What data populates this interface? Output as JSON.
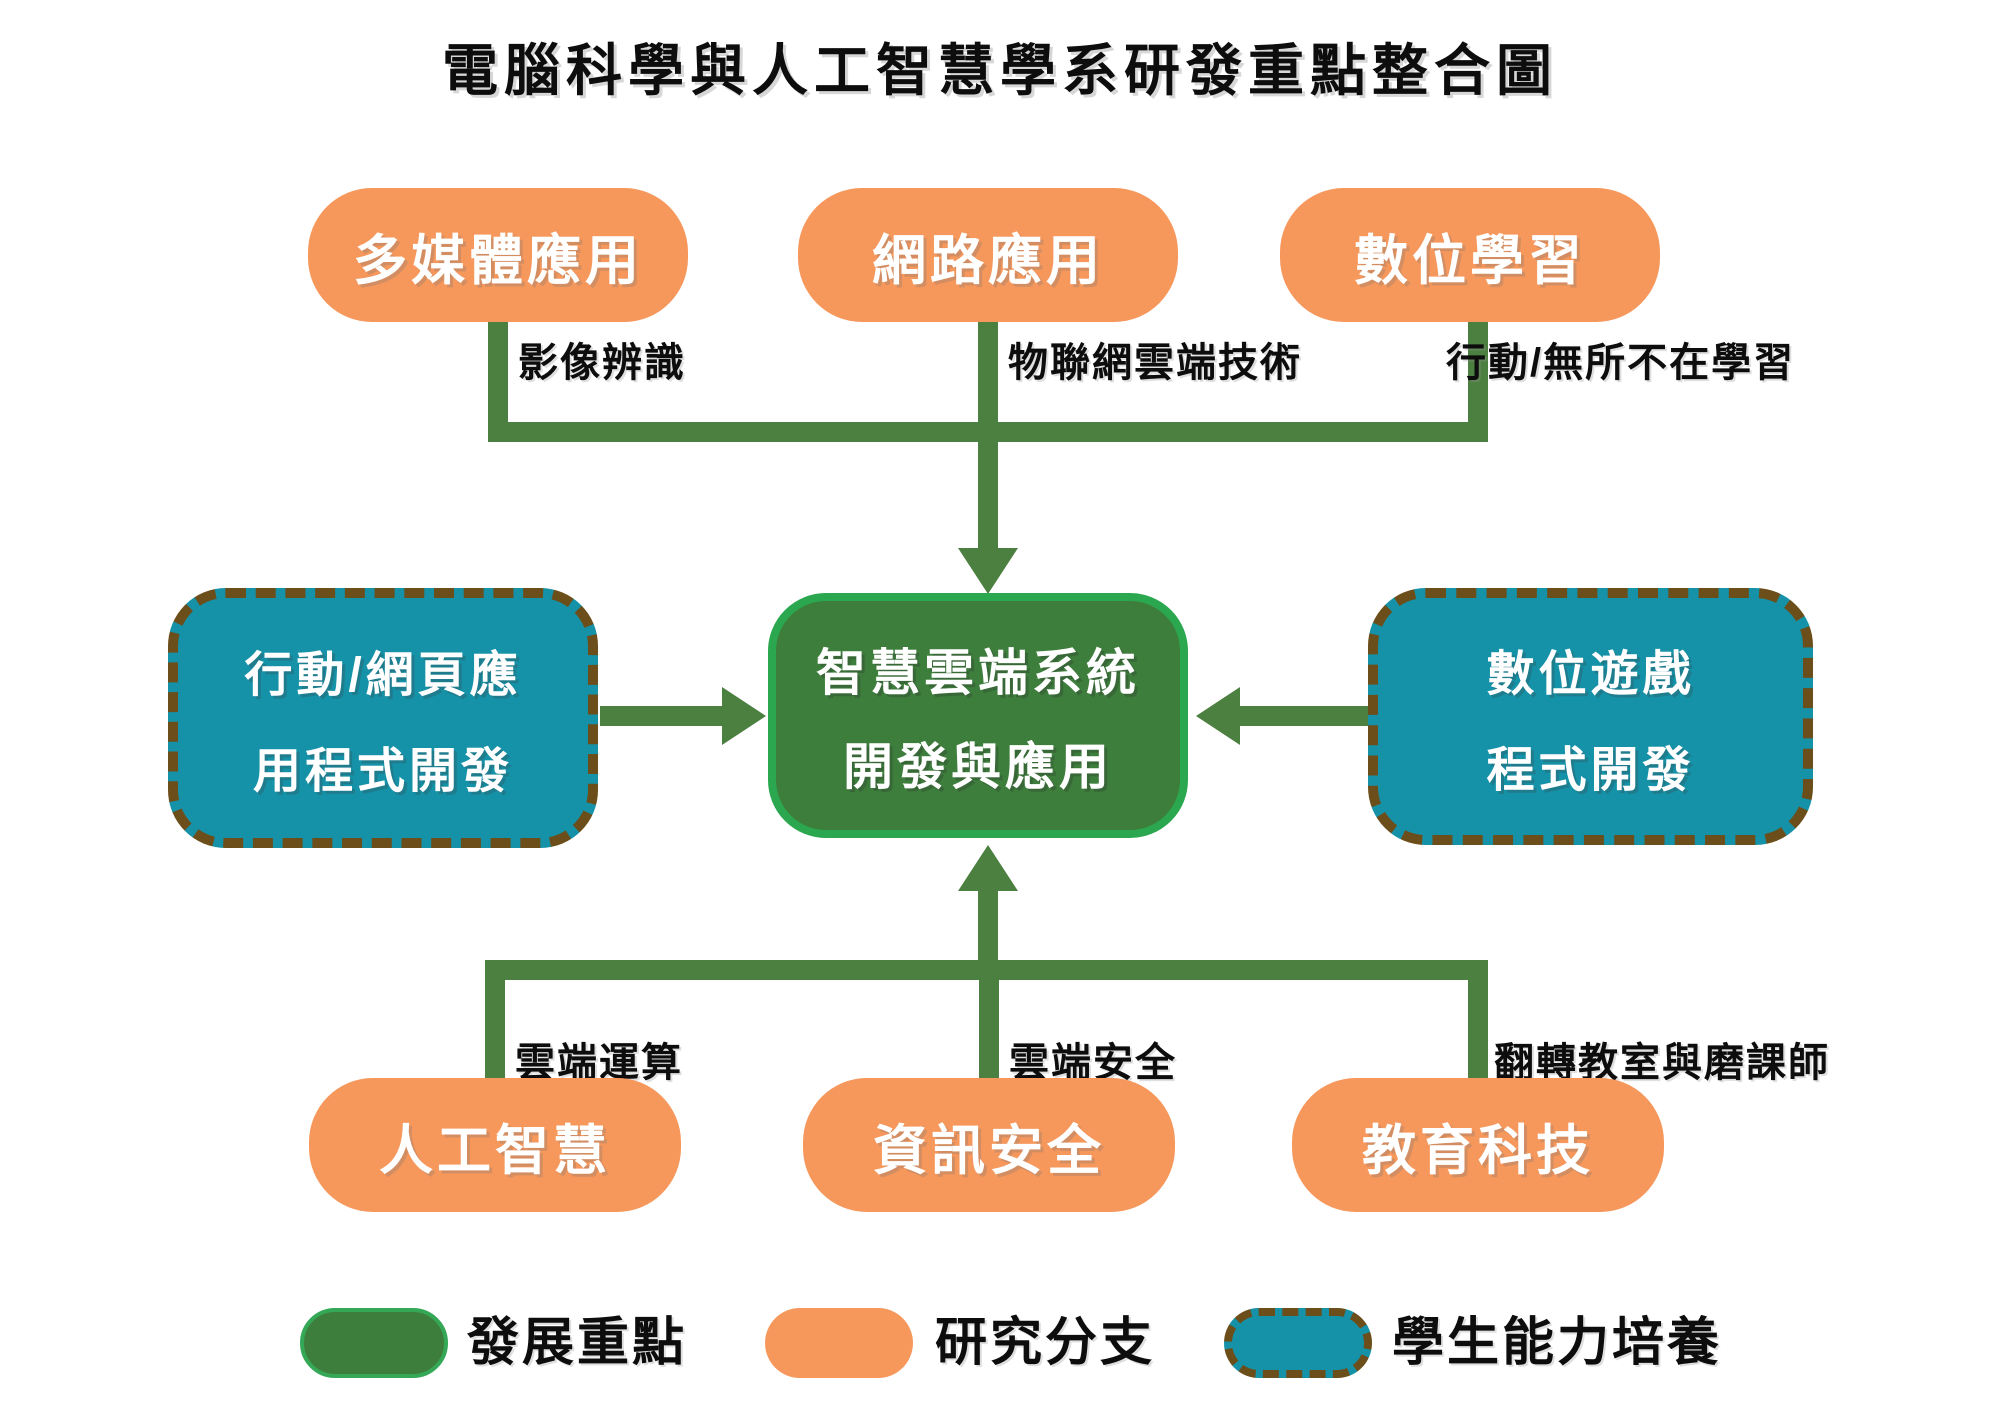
{
  "title": "電腦科學與人工智慧學系研發重點整合圖",
  "colors": {
    "research_branch_orange": "#F6975B",
    "development_focus_green_fill": "#3E7E3C",
    "development_focus_green_border": "#2BA84F",
    "student_ability_teal": "#1592A8",
    "dashed_border_brown": "#6B4E1A",
    "connector_green": "#4C8040",
    "text_black": "#0d0d0d",
    "text_white": "#ffffff"
  },
  "top_branches": [
    {
      "label": "多媒體應用",
      "sub": "影像辨識"
    },
    {
      "label": "網路應用",
      "sub": "物聯網雲端技術"
    },
    {
      "label": "數位學習",
      "sub": "行動/無所不在學習"
    }
  ],
  "center": {
    "line1": "智慧雲端系統",
    "line2": "開發與應用"
  },
  "left_skill": {
    "line1": "行動/網頁應",
    "line2": "用程式開發"
  },
  "right_skill": {
    "line1": "數位遊戲",
    "line2": "程式開發"
  },
  "bottom_branches": [
    {
      "label": "人工智慧",
      "sub": "雲端運算"
    },
    {
      "label": "資訊安全",
      "sub": "雲端安全"
    },
    {
      "label": "教育科技",
      "sub": "翻轉教室與磨課師"
    }
  ],
  "legend": [
    {
      "label": "發展重點"
    },
    {
      "label": "研究分支"
    },
    {
      "label": "學生能力培養"
    }
  ]
}
